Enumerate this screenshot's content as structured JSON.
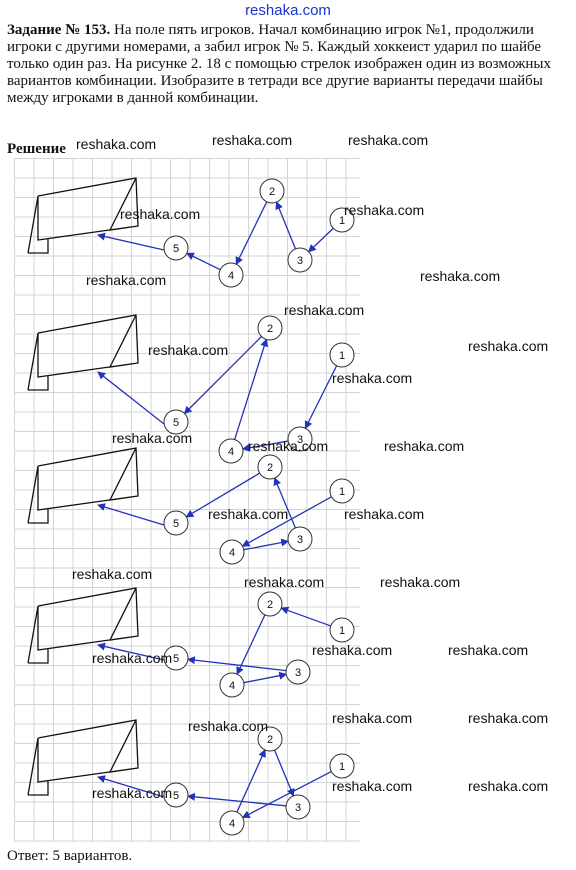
{
  "site_name": "reshaka.com",
  "task_title": "Задание № 153.",
  "task_text": "На поле пять игроков. Начал комбинацию игрок №1, продолжили игроки с другими номерами, а забил игрок № 5. Каждый хоккеист ударил по шайбе только один раз. На рисунке 2. 18 с помощью стрелок изображен один из возможных вариантов комбинации. Изобразите в тетради все другие варианты передачи шайбы между игроками в данной комбинации.",
  "solution_label": "Решение",
  "watermark": "reshaka.com",
  "player_labels": [
    "1",
    "2",
    "3",
    "4",
    "5"
  ],
  "variants": [
    [
      "1-3",
      "3-2",
      "2-4",
      "4-5"
    ],
    [
      "1-3",
      "3-4",
      "4-2",
      "2-5"
    ],
    [
      "1-4",
      "4-3",
      "3-2",
      "2-5"
    ],
    [
      "1-2",
      "2-4",
      "4-3",
      "3-5"
    ],
    [
      "1-4",
      "4-2",
      "2-3",
      "3-5"
    ]
  ],
  "answer": "Ответ: 5 вариантов.",
  "colors": {
    "arrow": "#2233bb",
    "site_header": "#1a35c9",
    "grid": "#d4d4d4"
  }
}
